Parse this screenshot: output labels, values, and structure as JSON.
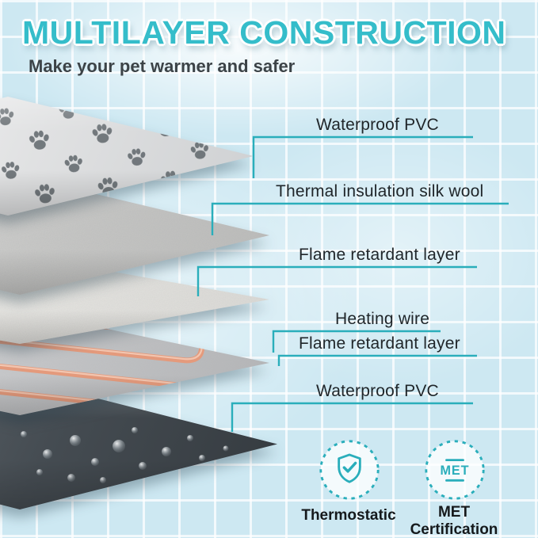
{
  "header": {
    "title": "MULTILAYER CONSTRUCTION",
    "subtitle": "Make your pet warmer and safer"
  },
  "layer_labels": [
    {
      "id": "waterproof-pvc-top",
      "text": "Waterproof PVC"
    },
    {
      "id": "thermal-insulation-silk-wool",
      "text": "Thermal insulation silk wool"
    },
    {
      "id": "flame-retardant-upper",
      "text": "Flame retardant layer"
    },
    {
      "id": "heating-wire",
      "text": "Heating wire"
    },
    {
      "id": "flame-retardant-lower",
      "text": "Flame retardant layer"
    },
    {
      "id": "waterproof-pvc-bottom",
      "text": "Waterproof PVC"
    }
  ],
  "badges": [
    {
      "id": "thermostatic",
      "icon": "shield-check-icon",
      "label": "Thermostatic"
    },
    {
      "id": "met-certification",
      "icon": "met-emblem-icon",
      "circle_text": "MET",
      "label": "MET Certification"
    }
  ],
  "colors": {
    "accent": "#2aaebb",
    "title": "#35bdca",
    "heading_text": "#3c4347",
    "label_text": "#20262a",
    "background": "#cde8f2",
    "grid_line": "#ffffff",
    "wire": "#e49a7c",
    "bottom_layer_dark": "#454c52"
  }
}
